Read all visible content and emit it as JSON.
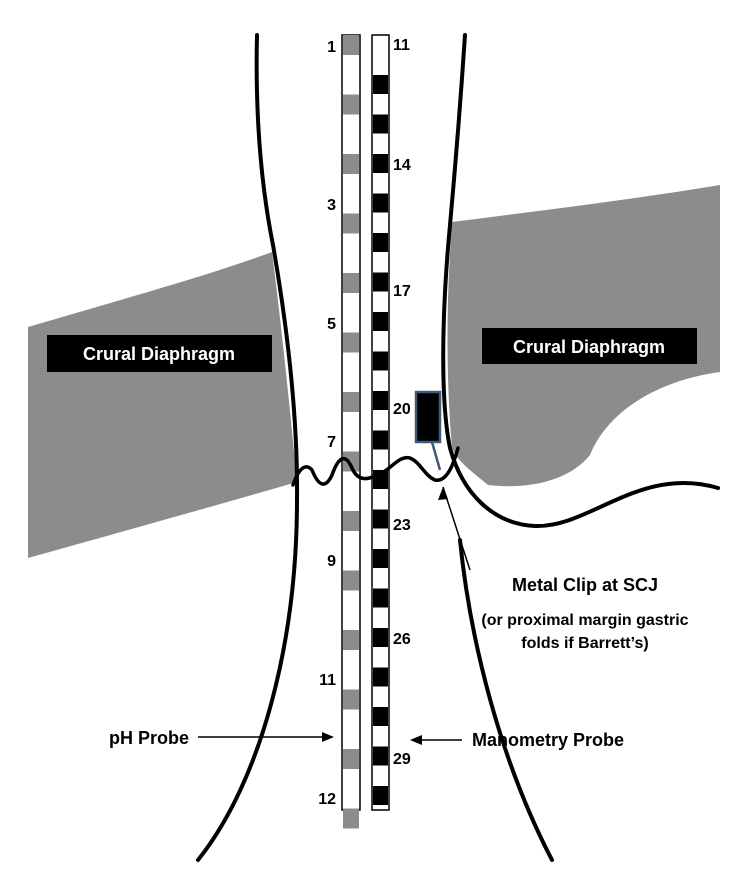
{
  "labels": {
    "crural_left": "Crural Diaphragm",
    "crural_right": "Crural Diaphragm",
    "metal_clip": "Metal Clip at SCJ",
    "metal_clip_note_line1": "(or proximal margin gastric",
    "metal_clip_note_line2": "folds if Barrett’s)",
    "ph_probe": "pH Probe",
    "manometry_probe": "Manometry Probe"
  },
  "ph_probe_sensor_numbers": [
    "1",
    "3",
    "5",
    "7",
    "9",
    "11",
    "12"
  ],
  "manometry_sensor_numbers": [
    "11",
    "14",
    "17",
    "20",
    "23",
    "26",
    "29"
  ],
  "colors": {
    "diaphragm": "#8c8c8c",
    "ph_marker": "#8c8c8c",
    "manometry_marker": "#000000",
    "clip": "#000000",
    "clip_border": "#3f5b7a",
    "label_box": "#000000"
  }
}
